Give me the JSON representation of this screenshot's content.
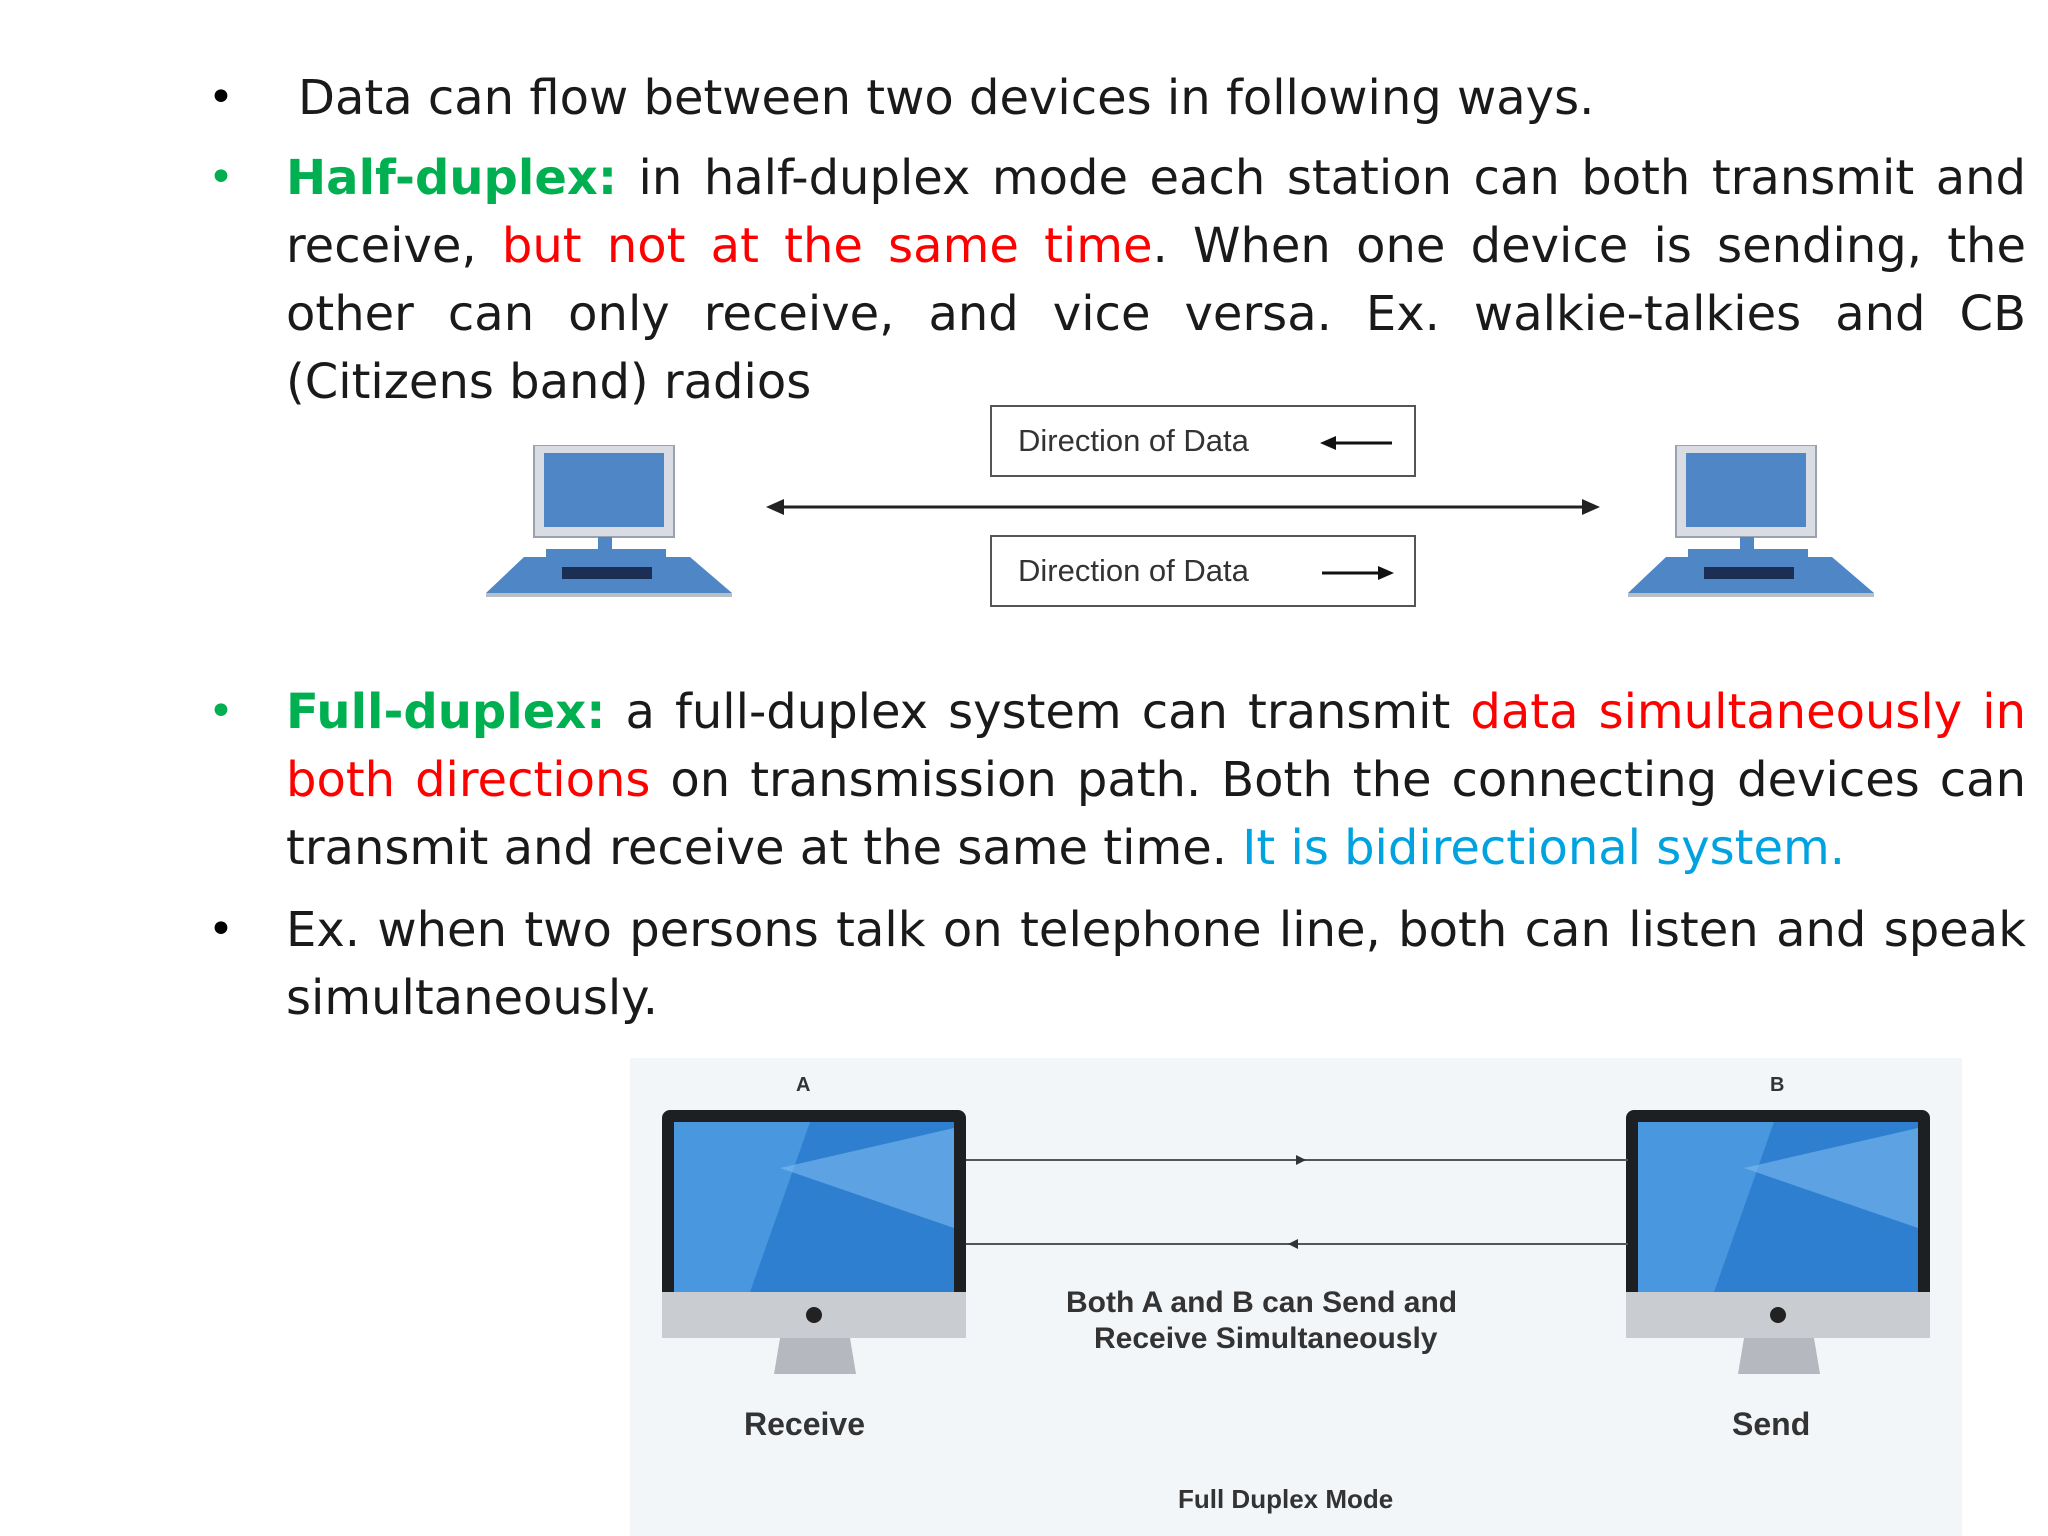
{
  "bullets": [
    {
      "dot": "•",
      "text": "Data can flow between two devices in following ways."
    },
    {
      "dot": "•",
      "term": "Half-duplex:",
      "part1": " in half-duplex mode each station can both transmit and receive, ",
      "highlight": "but not at the same time",
      "part2": ". When one device is sending, the other can only receive, and vice versa. Ex. walkie-talkies and CB (Citizens band) radios"
    },
    {
      "dot": "•",
      "term": "Full-duplex:",
      "part1": " a full-duplex system can transmit ",
      "highlight": "data simultaneously in both directions",
      "part2": " on transmission path. Both the connecting devices can transmit and receive at the same time. ",
      "highlight2": "It is bidirectional system."
    },
    {
      "dot": "•",
      "text": "Ex. when two persons talk on telephone line, both can listen and speak simultaneously."
    }
  ],
  "half_duplex_diagram": {
    "box_top_label": "Direction of Data",
    "box_bottom_label": "Direction of Data",
    "box_top_arrow": "left-arrow-icon",
    "box_bottom_arrow": "right-arrow-icon",
    "device_icon": "desktop-computer-icon"
  },
  "full_duplex_diagram": {
    "label_a": "A",
    "label_b": "B",
    "caption_line1": "Both A and B can Send and",
    "caption_line2": "Receive Simultaneously",
    "left_role": "Receive",
    "right_role": "Send",
    "title": "Full Duplex Mode",
    "device_icon": "imac-computer-icon"
  },
  "colors": {
    "term": "#00b050",
    "highlight": "#ff0000",
    "highlight2": "#00a2e0"
  }
}
